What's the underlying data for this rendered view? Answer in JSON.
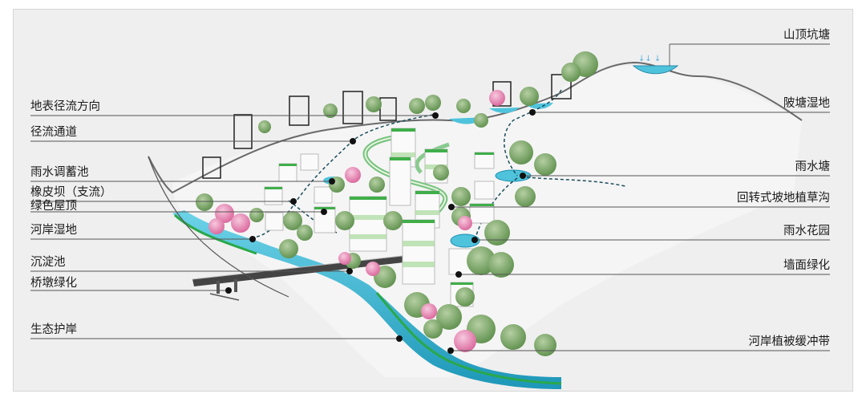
{
  "labels_left": [
    "地表径流方向",
    "径流通道",
    "雨水调蓄池",
    "橡皮坝（支流）",
    "绿色屋顶",
    "河岸湿地",
    "沉淀池",
    "桥墩绿化",
    "生态护岸"
  ],
  "labels_right": [
    "山顶坑塘",
    "陂塘湿地",
    "雨水塘",
    "回转式坡地植草沟",
    "雨水花园",
    "墙面绿化",
    "河岸植被缓冲带"
  ],
  "colors": {
    "water": "#4fc3dc",
    "water_dark": "#1b8fb0",
    "green_band": "#3fae49",
    "tree_green": "#6b9e5a",
    "blossom": "#e88fb8",
    "line": "#555555"
  }
}
